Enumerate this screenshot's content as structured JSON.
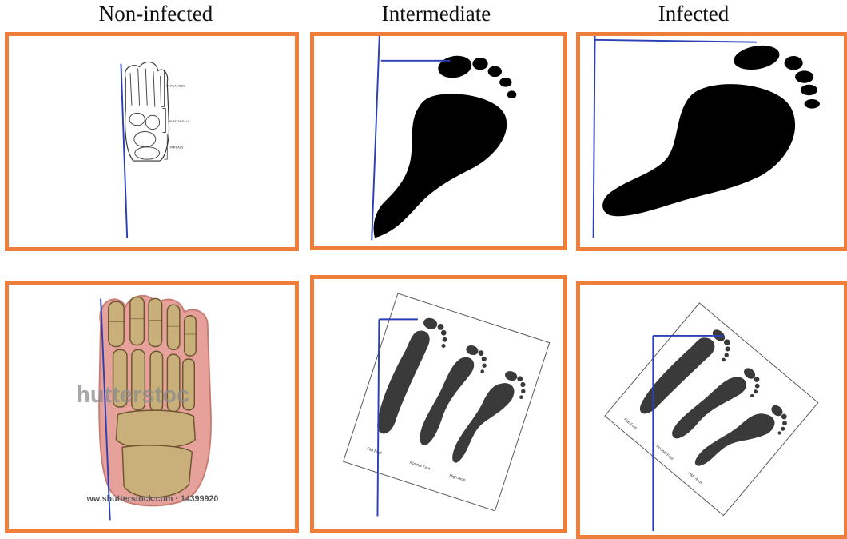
{
  "columns": [
    "Non-infected",
    "Intermediate",
    "Infected"
  ],
  "panels": {
    "nonInfectedTop": {
      "bone_labels": [
        "PHALANGES",
        "METATARSALS",
        "TARSALS"
      ]
    },
    "nonInfectedBottom": {
      "watermark": "hutterstoc",
      "credit": "ww.shutterstock.com · 14399920"
    },
    "intermediateBottom": {
      "sheet_labels": [
        "Flat Foot",
        "Normal Foot",
        "High Arch"
      ]
    },
    "infectedBottom": {
      "sheet_labels": [
        "Flat Foot",
        "Normal Foot",
        "High Arch"
      ]
    }
  },
  "colors": {
    "frame": "#ee7e3a",
    "guide_line": "#2b3fb8",
    "footprint": "#000000"
  }
}
